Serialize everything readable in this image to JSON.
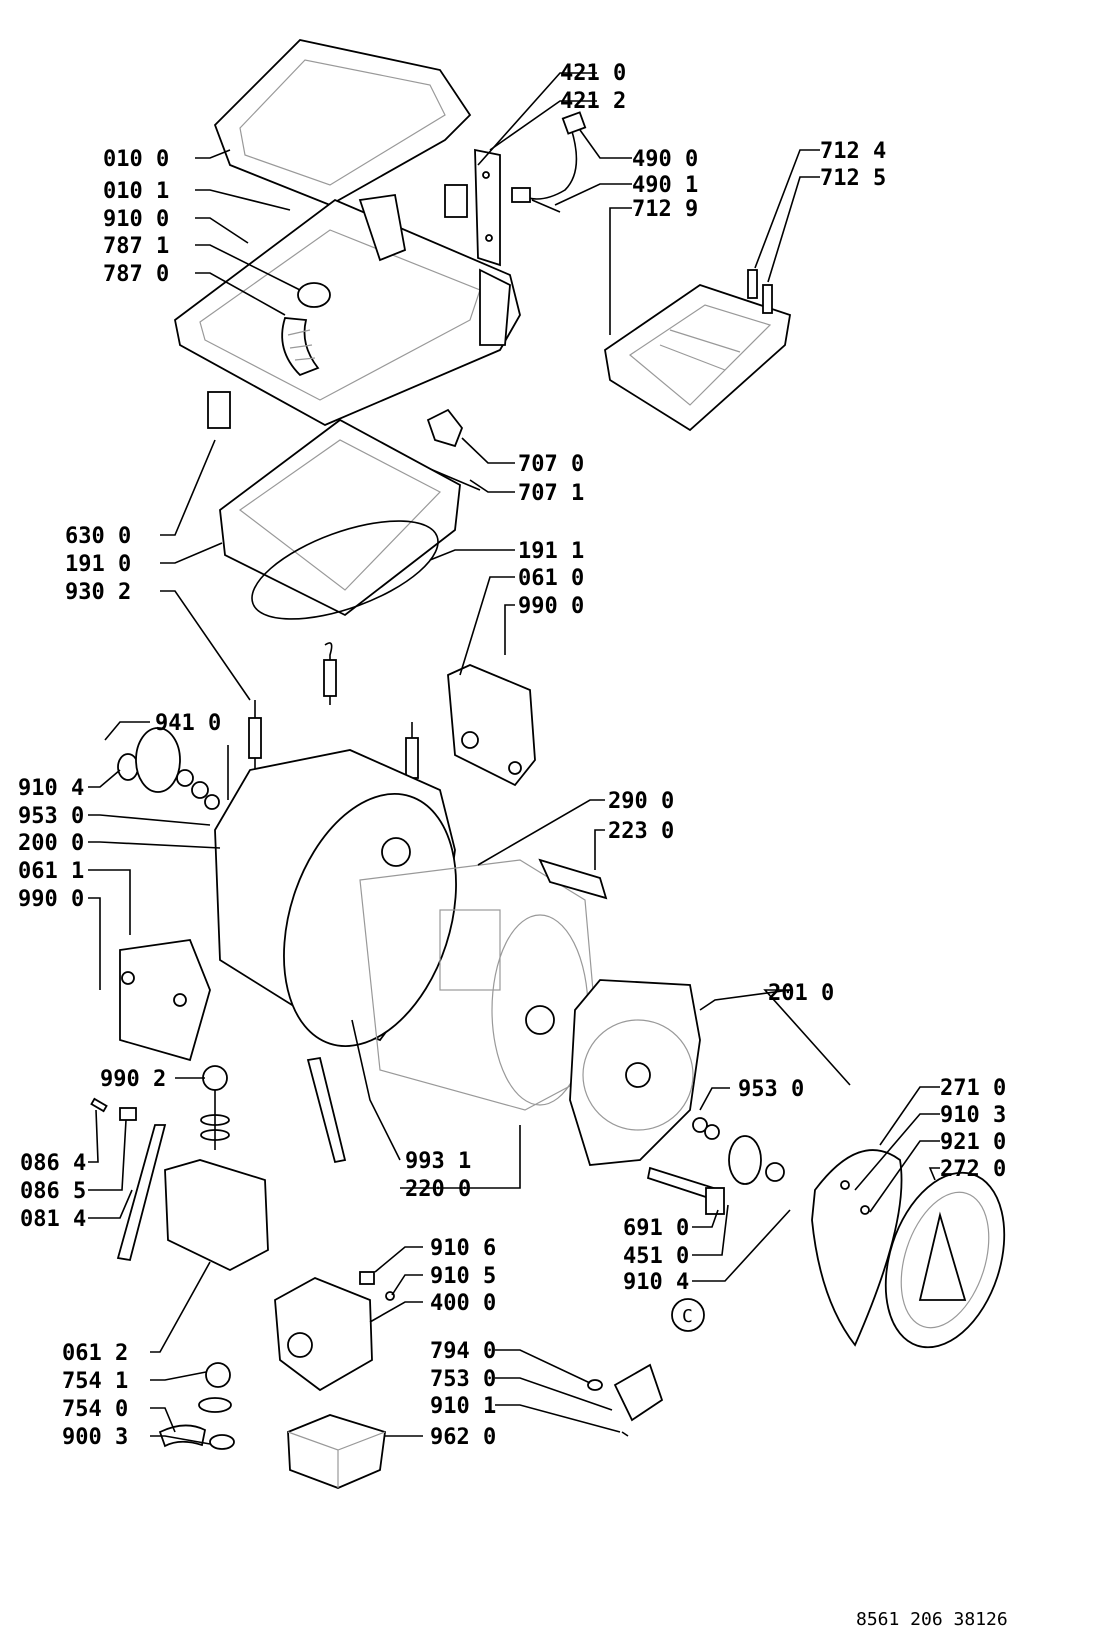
{
  "diagram": {
    "document_code": "8561 206 38126"
  },
  "labels": {
    "l4210": "421 0",
    "l4212": "421 2",
    "l4900": "490 0",
    "l4901": "490 1",
    "l7129": "712 9",
    "l7124": "712 4",
    "l7125": "712 5",
    "l0100": "010 0",
    "l0101": "010 1",
    "l9100": "910 0",
    "l7871": "787 1",
    "l7870": "787 0",
    "l7070": "707 0",
    "l7071": "707 1",
    "l6300": "630 0",
    "l1910": "191 0",
    "l9302": "930 2",
    "l1911": "191 1",
    "l0610": "061 0",
    "l9900a": "990 0",
    "l9410": "941 0",
    "l9104a": "910 4",
    "l9530a": "953 0",
    "l2000": "200 0",
    "l0611": "061 1",
    "l9900b": "990 0",
    "l2900": "290 0",
    "l2230": "223 0",
    "l2010": "201 0",
    "l9530b": "953 0",
    "l2710": "271 0",
    "l9103": "910 3",
    "l9210": "921 0",
    "l2720": "272 0",
    "l9902": "990 2",
    "l0864": "086 4",
    "l0865": "086 5",
    "l0814": "081 4",
    "l9931": "993 1",
    "l2200": "220 0",
    "l6910": "691 0",
    "l4510": "451 0",
    "l9104b": "910 4",
    "l9106": "910 6",
    "l9105": "910 5",
    "l4000": "400 0",
    "l0612": "061 2",
    "l7541": "754 1",
    "l7540": "754 0",
    "l9003": "900 3",
    "l7940": "794 0",
    "l7530": "753 0",
    "l9101": "910 1",
    "l9620": "962 0"
  }
}
